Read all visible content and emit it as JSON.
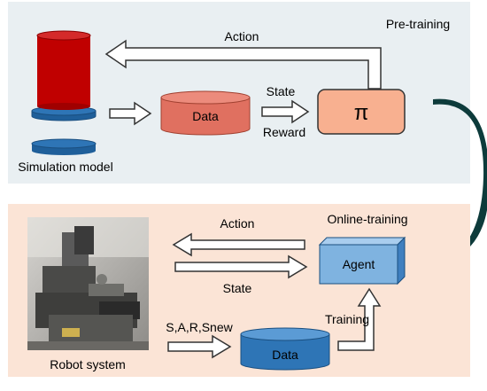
{
  "pretraining": {
    "title": "Pre-training",
    "action_label": "Action",
    "data_label": "Data",
    "state_label": "State",
    "reward_label": "Reward",
    "policy_label": "π",
    "model_caption": "Simulation model"
  },
  "online": {
    "title": "Online-training",
    "action_label": "Action",
    "state_label": "State",
    "agent_label": "Agent",
    "tuple_label": "S,A,R,Snew",
    "data_label": "Data",
    "training_label": "Training",
    "robot_caption": "Robot system"
  },
  "colors": {
    "top_panel": "#e9eff2",
    "bottom_panel": "#fbe4d6",
    "cylinder_red": "#c00000",
    "cylinder_blue": "#2e75b6",
    "data_orange": "#e07060",
    "policy_fill": "#f8b090",
    "agent_blue": "#7fb3e0",
    "transition_arrow": "#0d3b3b"
  },
  "icons": {
    "simulation": "stacked-cylinder-icon",
    "robot": "robot-photo"
  }
}
